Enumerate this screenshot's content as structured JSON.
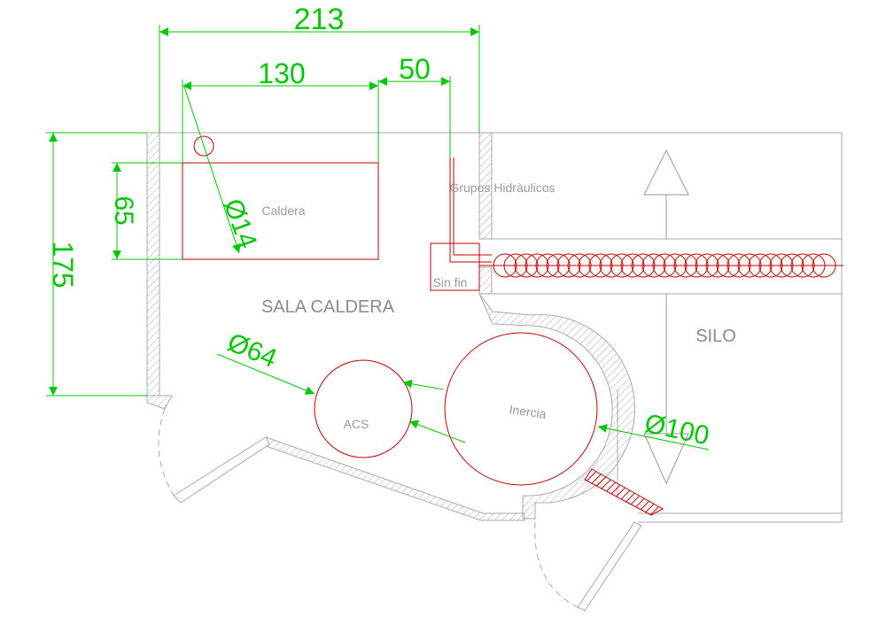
{
  "colors": {
    "background": "#ffffff",
    "wall": "#aaaaaa",
    "hatch": "#b5b5b5",
    "equipment": "#c40000",
    "dimension": "#00c800",
    "text": "#9a9a9a"
  },
  "dimensions": {
    "width_total": "213",
    "width_boiler": "130",
    "width_gap": "50",
    "height_room": "175",
    "height_boiler": "65",
    "diam_flue": "Ø14",
    "diam_acs": "Ø64",
    "diam_inertia": "Ø100"
  },
  "labels": {
    "boiler": "Caldera",
    "hydraulic_groups": "Grupos Hidràulicos",
    "auger": "Sin fin",
    "boiler_room": "SALA CALDERA",
    "silo": "SILO",
    "acs_tank": "ACS",
    "inertia_tank": "Inercia"
  }
}
